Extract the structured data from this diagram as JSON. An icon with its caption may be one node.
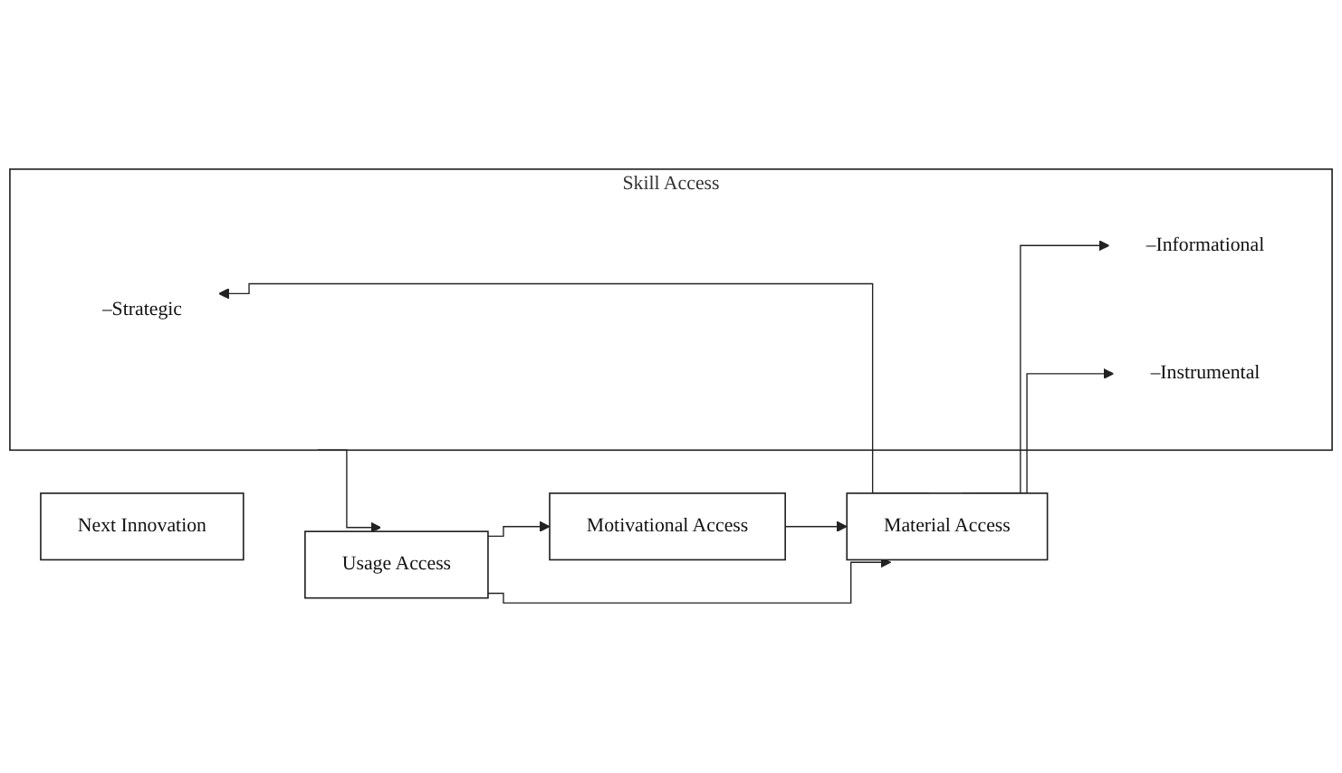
{
  "diagram": {
    "nodes": [
      {
        "text": [
          "Skill Access"
        ]
      },
      {
        "text": [
          "–Strategic"
        ],
        "in": 0
      },
      {
        "text": [
          "–Informational"
        ],
        "in": 0
      },
      {
        "text": [
          "–Instrumental"
        ],
        "in": 0
      },
      {
        "text": [
          "Usage Access"
        ]
      },
      {
        "text": [
          "Material Access"
        ]
      },
      {
        "text": [
          "Motivational Access"
        ]
      },
      {
        "text": [
          "Next Innovation"
        ]
      }
    ],
    "edges": [
      {
        "from": 6,
        "to": 5,
        "arrow": "to"
      },
      {
        "from": 5,
        "to": 1,
        "arrow": "to"
      },
      {
        "from": 5,
        "to": 2,
        "arrow": "to"
      },
      {
        "from": 5,
        "to": 3,
        "arrow": "to"
      },
      {
        "from": 0,
        "to": 4,
        "arrow": "to"
      },
      {
        "from": 4,
        "to": 5,
        "arrow": "to"
      },
      {
        "from": 4,
        "to": 6,
        "arrow": "to"
      }
    ]
  }
}
